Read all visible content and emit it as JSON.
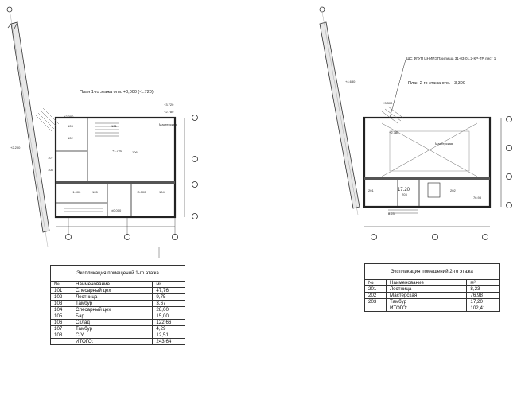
{
  "plan1": {
    "title": "План 1-го этажа отм. +0,000 (-1.720)",
    "levels": [
      "+3.720",
      "+2.780",
      "+1.720",
      "+2.000",
      "+1.000",
      "+0.000",
      "±0,000",
      "+2.200"
    ],
    "room_tags": [
      "106",
      "104",
      "105",
      "103",
      "102",
      "101",
      "107",
      "108"
    ],
    "note": "Мастерская"
  },
  "plan2": {
    "title": "План 2-го этажа отм. +3,300",
    "callout": "ШС ФГУП ЦНИИЭПжилища 31-03-01.2-КР-ТР лист 1",
    "room_tags": [
      "201",
      "202",
      "203"
    ],
    "areas": [
      "17.20",
      "76.98",
      "8.23"
    ],
    "note": "Мастерская",
    "levels": [
      "+4.630",
      "+3.300",
      "+2.780"
    ]
  },
  "table1": {
    "title": "Экспликация помещений 1-го этажа",
    "headers": [
      "№",
      "Наименование",
      "м²"
    ],
    "rows": [
      [
        "101",
        "Слесарный цех",
        "47,76"
      ],
      [
        "102",
        "Лестница",
        "9,75"
      ],
      [
        "103",
        "Тамбур",
        "3,67"
      ],
      [
        "104",
        "Слесарный цех",
        "28,00"
      ],
      [
        "105",
        "Бар",
        "15,00"
      ],
      [
        "106",
        "Склад",
        "122,66"
      ],
      [
        "107",
        "Тамбур",
        "4,29"
      ],
      [
        "108",
        "С/У",
        "12,51"
      ]
    ],
    "total_label": "ИТОГО:",
    "total": "243,64"
  },
  "table2": {
    "title": "Экспликация помещений 2-го этажа",
    "headers": [
      "№",
      "Наименование",
      "м²"
    ],
    "rows": [
      [
        "201",
        "Лестница",
        "8,23"
      ],
      [
        "202",
        "Мастерская",
        "76,98"
      ],
      [
        "203",
        "Тамбур",
        "17,20"
      ]
    ],
    "total_label": "ИТОГО:",
    "total": "102,41"
  }
}
